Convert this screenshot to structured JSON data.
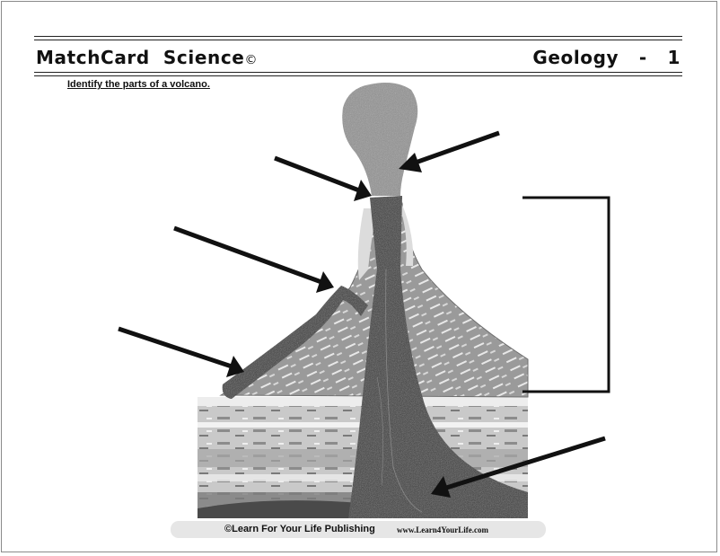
{
  "header": {
    "brand": "MatchCard  Science",
    "copyright_mark": "©",
    "subject": "Geology   -   1"
  },
  "instruction": "Identify the parts of a volcano.",
  "footer": {
    "publisher": "©Learn For Your Life Publishing",
    "website": "www.Learn4YourLife.com"
  },
  "colors": {
    "ink": "#111111",
    "ash": "#8f8f8f",
    "magma": "#3a3a3a",
    "cone": "#9e9e9e",
    "footer_bg": "#e6e6e6"
  }
}
